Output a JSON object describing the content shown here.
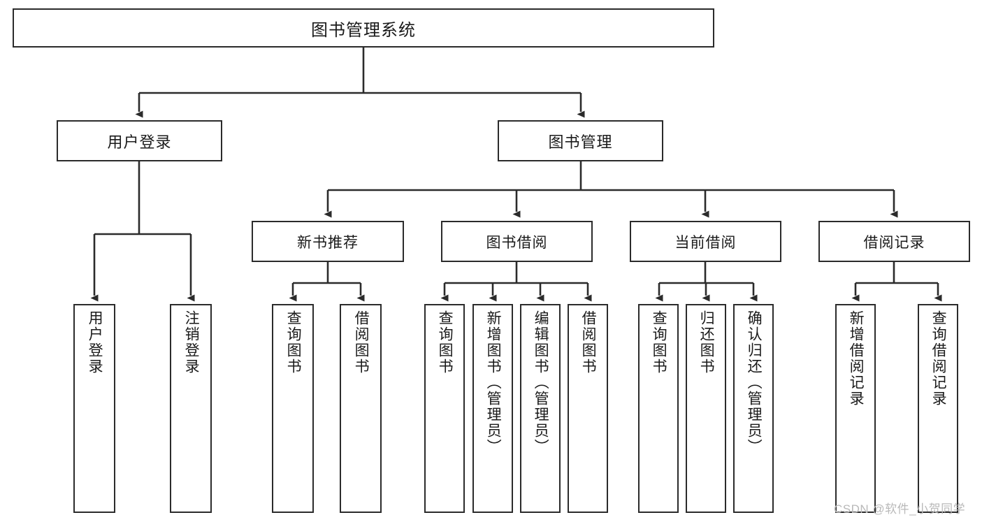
{
  "diagram": {
    "title": "图书管理系统",
    "type": "tree-hierarchy-diagram",
    "root": {
      "label": "图书管理系统"
    },
    "level1": [
      {
        "label": "用户登录"
      },
      {
        "label": "图书管理"
      }
    ],
    "level2": [
      {
        "label": "新书推荐"
      },
      {
        "label": "图书借阅"
      },
      {
        "label": "当前借阅"
      },
      {
        "label": "借阅记录"
      }
    ],
    "leaves": {
      "user_login": [
        {
          "label": "用户登录"
        },
        {
          "label": "注销登录"
        }
      ],
      "new_book_recommend": [
        {
          "label": "查询图书"
        },
        {
          "label": "借阅图书"
        }
      ],
      "book_borrow": [
        {
          "label": "查询图书"
        },
        {
          "label": "新增图书（管理员）"
        },
        {
          "label": "编辑图书（管理员）"
        },
        {
          "label": "借阅图书"
        }
      ],
      "current_borrow": [
        {
          "label": "查询图书"
        },
        {
          "label": "归还图书"
        },
        {
          "label": "确认归还（管理员）"
        }
      ],
      "borrow_record": [
        {
          "label": "新增借阅记录"
        },
        {
          "label": "查询借阅记录"
        }
      ]
    }
  },
  "watermark": {
    "text": "CSDN @软件_小贺同学"
  },
  "colors": {
    "box_border": "#2b2b2b",
    "background": "#ffffff",
    "text": "#1a1a1a",
    "watermark": "#b9b9b9"
  }
}
